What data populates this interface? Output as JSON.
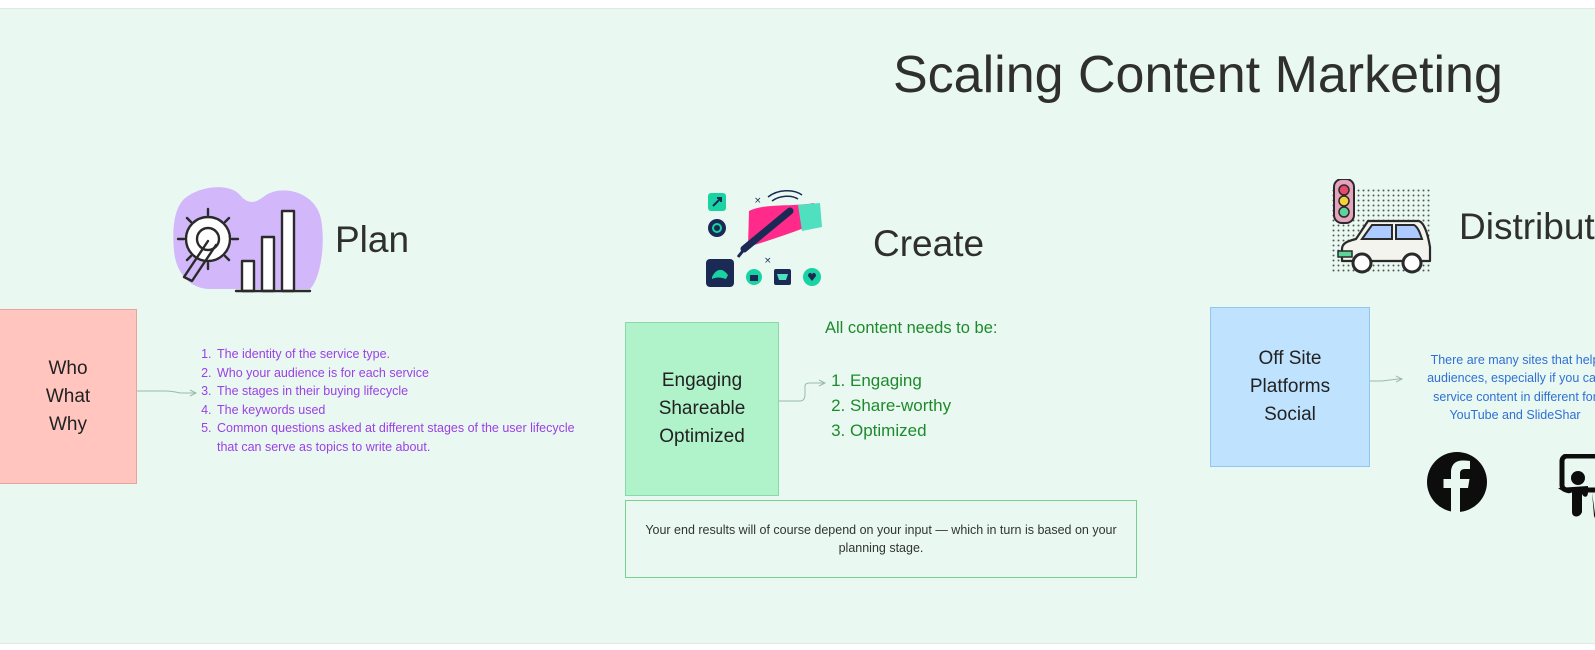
{
  "title": "Scaling Content Marketing",
  "plan": {
    "heading": "Plan",
    "box_lines": [
      "Who",
      "What",
      "Why"
    ],
    "items": [
      "The identity of the service type.",
      "Who your audience is for each service",
      "The stages in their buying lifecycle",
      "The keywords used",
      "Common questions asked at different stages of the user lifecycle that can serve as topics to write about."
    ]
  },
  "create": {
    "heading": "Create",
    "box_lines": [
      "Engaging",
      "Shareable",
      "Optimized"
    ],
    "needs_label": "All content needs to be:",
    "items": [
      "Engaging",
      "Share-worthy",
      "Optimized"
    ],
    "note": "Your end results will of course depend on your input — which in turn is based on your planning stage."
  },
  "distribute": {
    "heading": "Distribute",
    "box_lines": [
      "Off Site",
      "Platforms",
      "Social"
    ],
    "text_lines": [
      "There are many sites that help",
      "audiences, especially if you can",
      "service content in different for",
      "YouTube and SlideShar"
    ]
  },
  "icons": [
    "plan-illustration-icon",
    "create-illustration-icon",
    "distribute-car-icon",
    "facebook-icon",
    "slideshare-icon"
  ],
  "colors": {
    "background": "#e9f9f2",
    "plan_box": "#ffc5be",
    "create_box": "#b0f2c9",
    "distribute_box": "#bfe3ff",
    "plan_text": "#9b3fe6",
    "create_text": "#1e8a2b",
    "distribute_text": "#2f6fd6"
  }
}
